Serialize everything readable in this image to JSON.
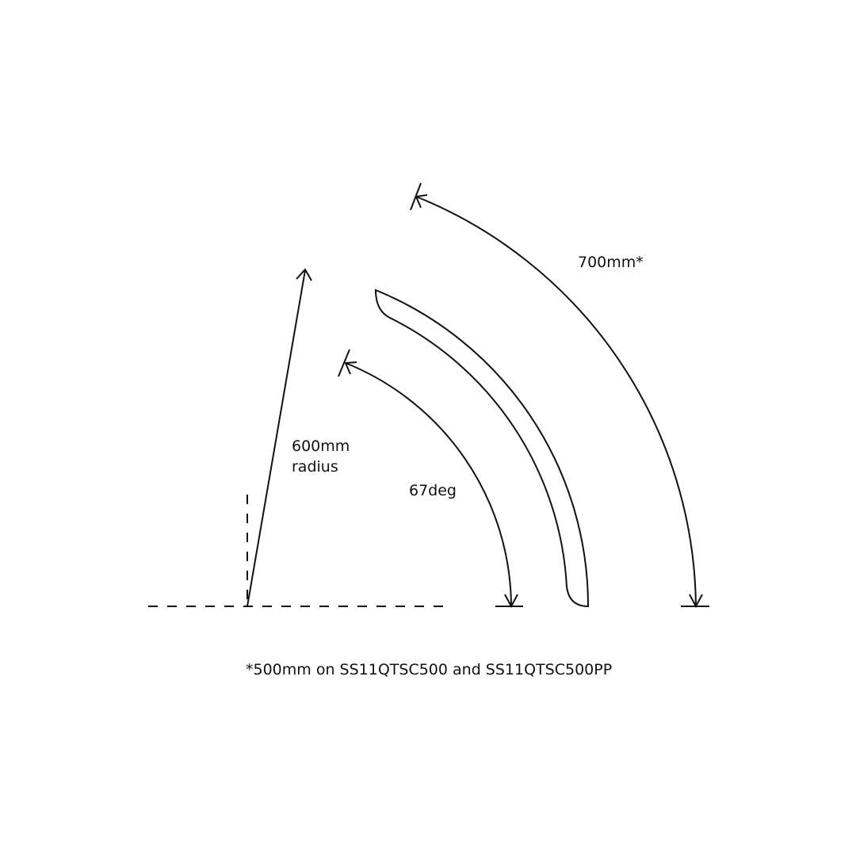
{
  "labels": {
    "arc_length": "700mm*",
    "radius_line1": "600mm",
    "radius_line2": "radius",
    "angle": "67deg",
    "footnote": "*500mm on SS11QTSC500 and SS11QTSC500PP"
  },
  "colors": {
    "line": "#111111",
    "background": "#ffffff"
  }
}
